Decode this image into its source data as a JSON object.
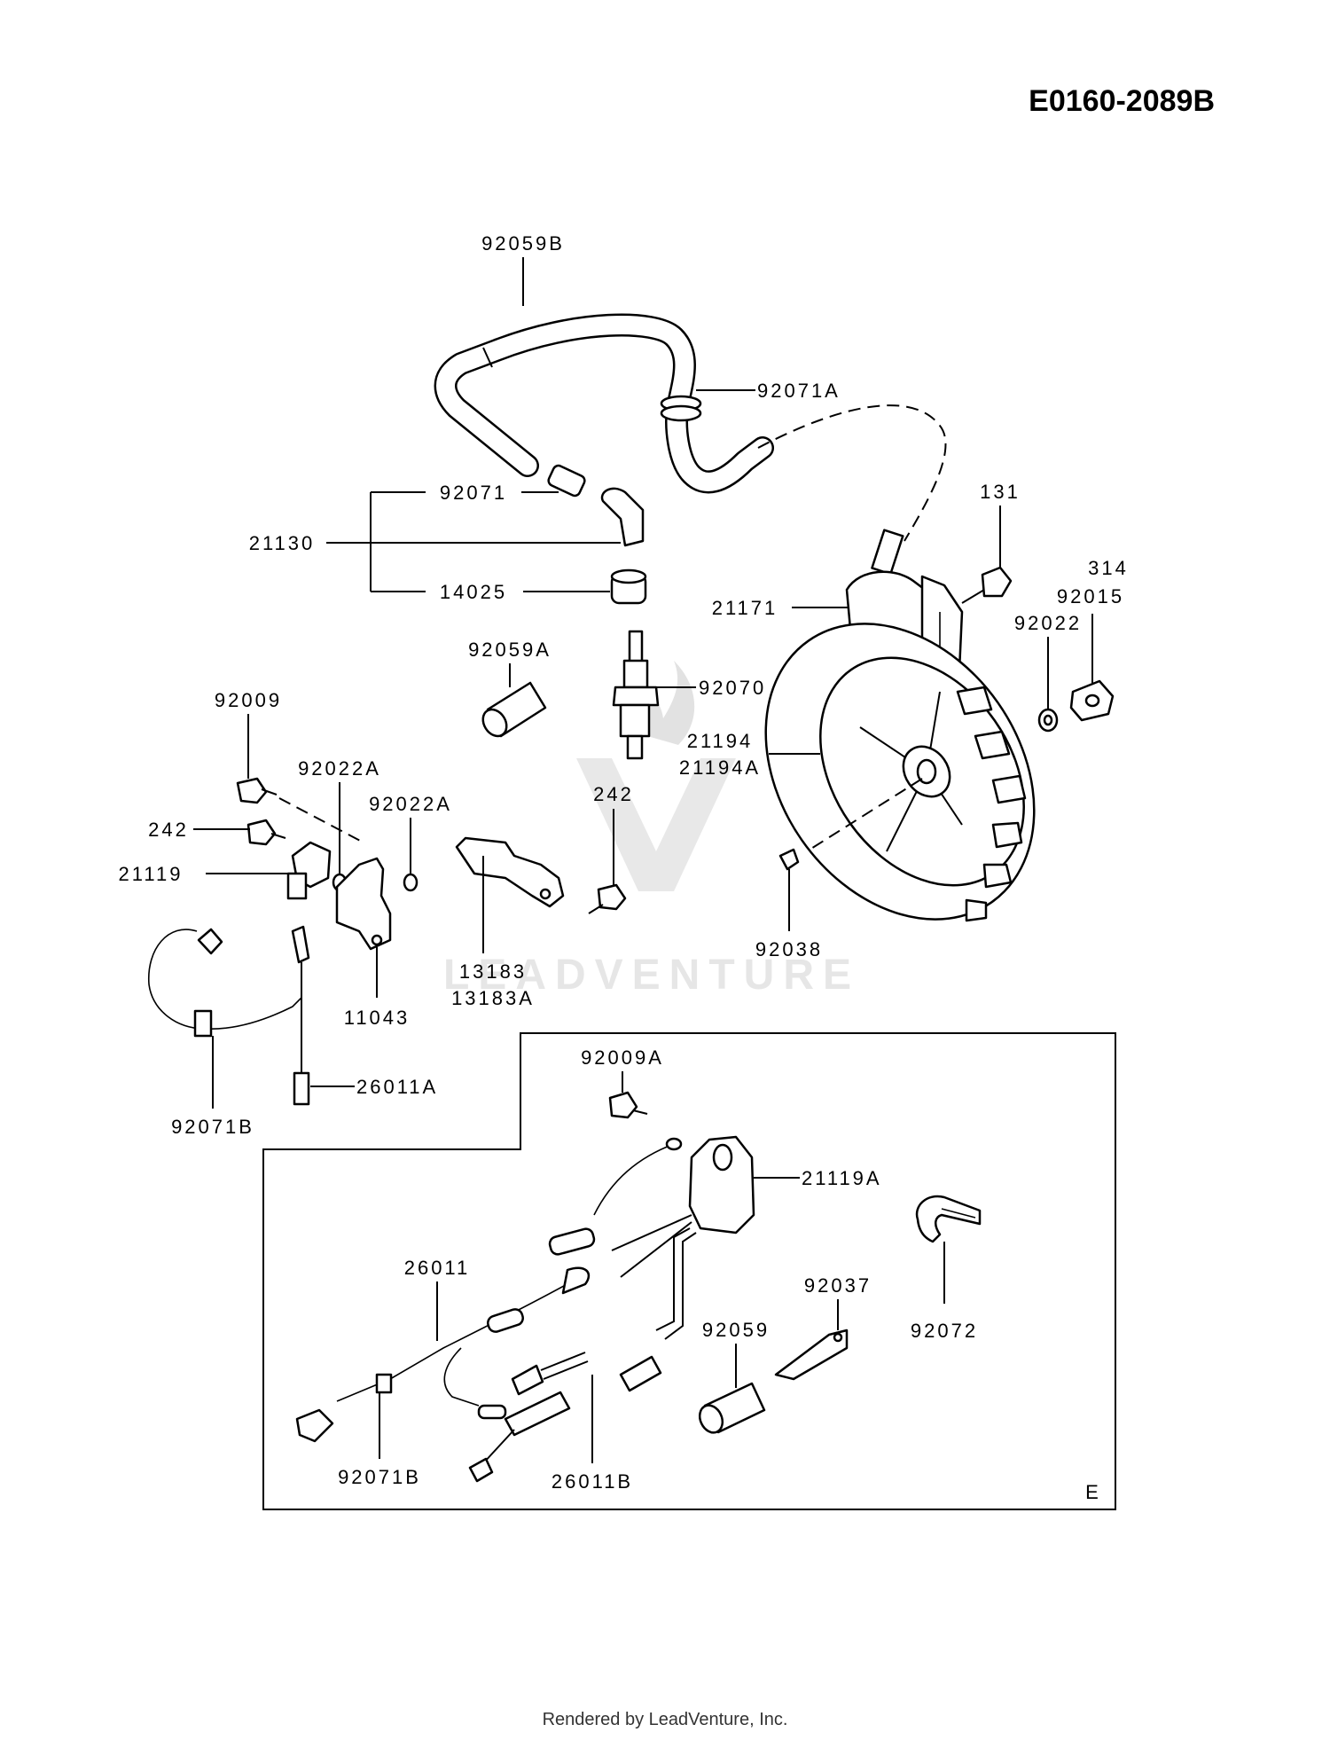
{
  "drawing_number": "E0160-2089B",
  "footer": "Rendered by LeadVenture, Inc.",
  "watermark": "LEADVENTURE",
  "inset_corner_letter": "E",
  "callouts": {
    "c92059B": "92059B",
    "c92071A": "92071A",
    "c92071": "92071",
    "c21130": "21130",
    "c14025": "14025",
    "c131": "131",
    "c314": "314",
    "c92015": "92015",
    "c21171": "21171",
    "c92022": "92022",
    "c92059A": "92059A",
    "c92070": "92070",
    "c21194": "21194",
    "c21194A": "21194A",
    "c92009": "92009",
    "c92022A_1": "92022A",
    "c92022A_2": "92022A",
    "c242_left": "242",
    "c242_mid": "242",
    "c21119": "21119",
    "c13183": "13183",
    "c13183A": "13183A",
    "c11043": "11043",
    "c92038": "92038",
    "c26011A": "26011A",
    "c92071B_left": "92071B",
    "c92009A": "92009A",
    "c21119A": "21119A",
    "c26011": "26011",
    "c92037": "92037",
    "c92059": "92059",
    "c92072": "92072",
    "c92071B_inset": "92071B",
    "c26011B": "26011B"
  }
}
